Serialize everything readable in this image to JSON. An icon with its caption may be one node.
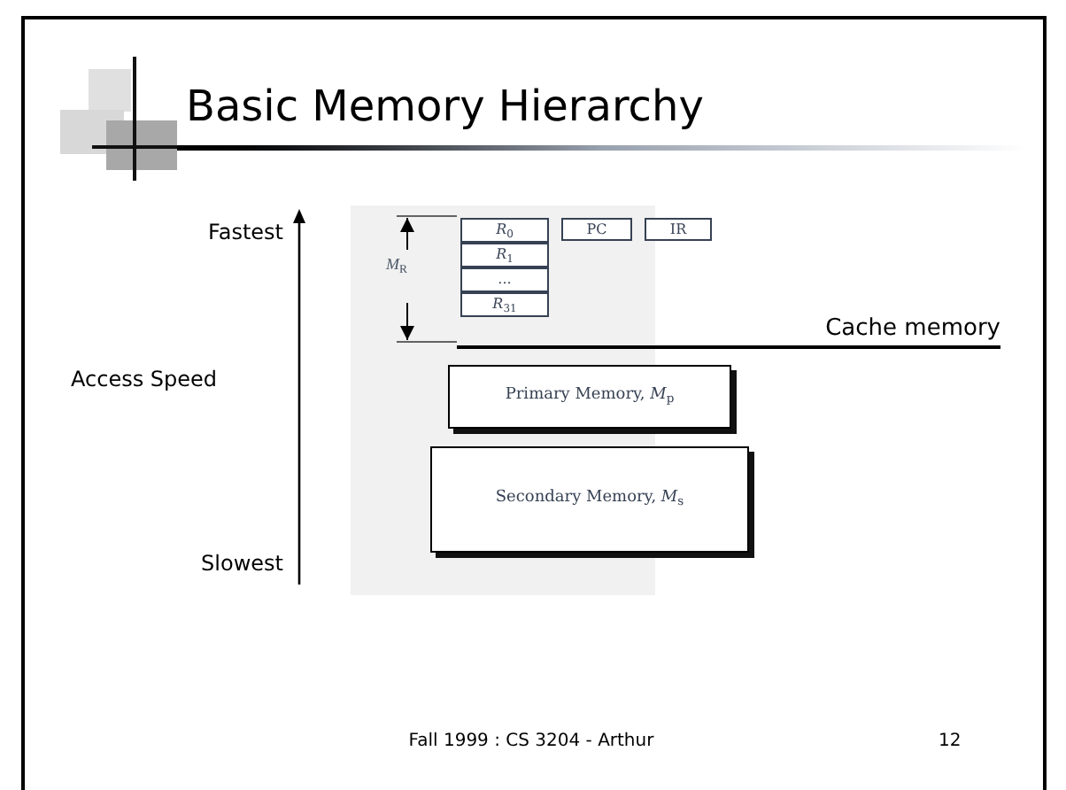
{
  "diagram": {
    "title": "Basic Memory Hierarchy",
    "nodes": [
      {
        "text": [
          "*R*$_{0}$"
        ]
      },
      {
        "text": [
          "*R*$_{1}$"
        ]
      },
      {
        "text": [
          "..."
        ]
      },
      {
        "text": [
          "*R*$_{31}$"
        ]
      },
      {
        "text": [
          "PC"
        ]
      },
      {
        "text": [
          "IR"
        ]
      },
      {
        "text": [
          "Primary Memory, *M*$_{p}$"
        ]
      },
      {
        "text": [
          "Secondary Memory, *M*$_{s}$"
        ]
      }
    ],
    "labels": [
      "Fastest",
      "Access Speed",
      "Slowest",
      "*M*$_{R}$",
      "Cache memory",
      "Fall 1999 : CS 3204 - Arthur",
      "12"
    ]
  }
}
